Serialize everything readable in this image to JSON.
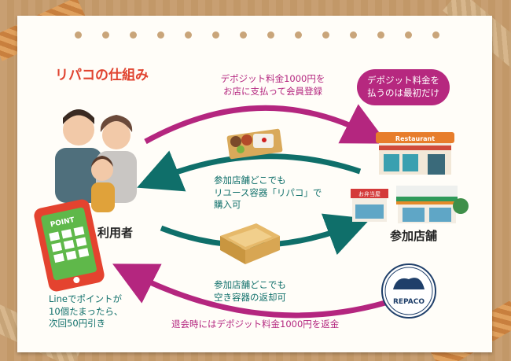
{
  "title": "リパコの仕組み",
  "badge": "デポジット料金を\n払うのは最初だけ",
  "top_flow": "デポジット料金1000円を\nお店に支払って会員登録",
  "middle_flow": "参加店舗どこでも\nリユース容器「リパコ」で\n購入可",
  "return_flow": "参加店舗どこでも\n空き容器の返却可",
  "refund": "退会時にはデポジット料金1000円を返金",
  "user_label": "利用者",
  "store_label": "参加店舗",
  "point_note": "Lineでポイントが\n10個たまったら、\n次回50円引き",
  "phone_screen_text": "POINT",
  "restaurant_sign": "Restaurant",
  "bento_shop_sign": "お弁当屋",
  "logo_text": "REPACO",
  "colors": {
    "arrow_magenta": "#b4267f",
    "arrow_teal": "#0f6f6a",
    "title_red": "#e0432f"
  }
}
